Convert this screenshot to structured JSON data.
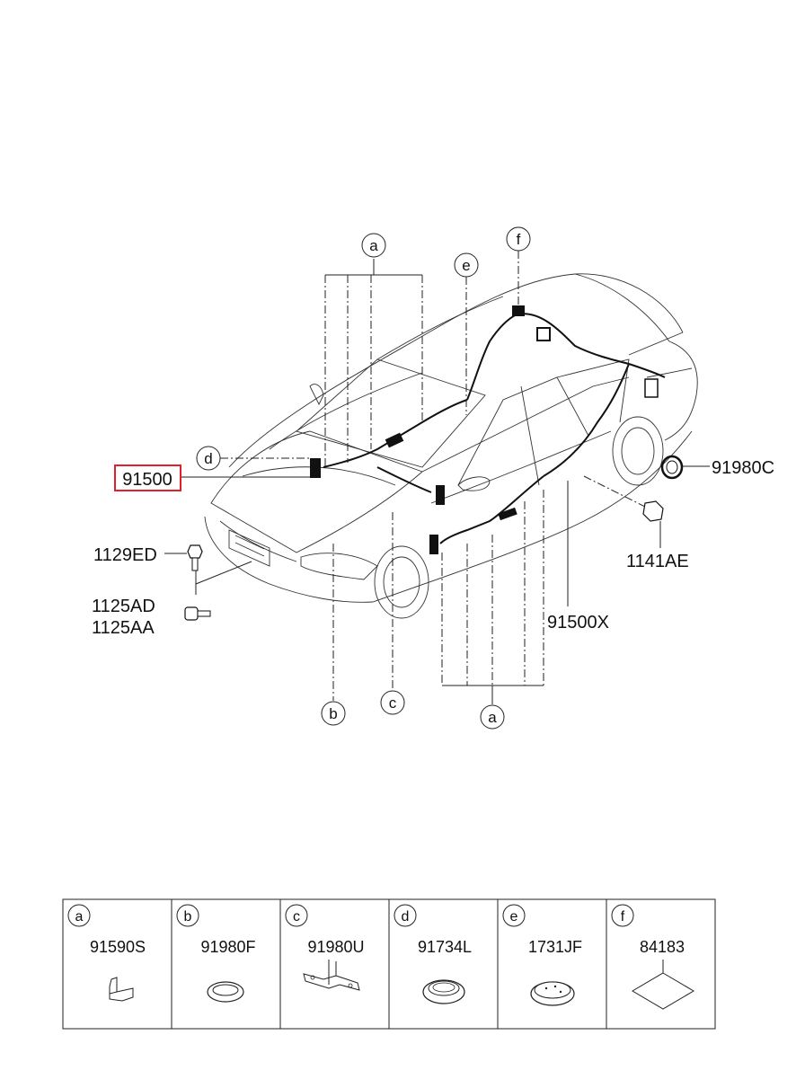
{
  "part_labels": {
    "main_harness": "91500",
    "p91980C": "91980C",
    "p1129ED": "1129ED",
    "p1141AE": "1141AE",
    "p1125AD": "1125AD",
    "p1125AA": "1125AA",
    "p91500X": "91500X"
  },
  "callouts": {
    "a": "a",
    "b": "b",
    "c": "c",
    "d": "d",
    "e": "e",
    "f": "f"
  },
  "legend": [
    {
      "letter": "a",
      "part": "91590S",
      "icon": "clip-icon"
    },
    {
      "letter": "b",
      "part": "91980F",
      "icon": "grommet-icon"
    },
    {
      "letter": "c",
      "part": "91980U",
      "icon": "bracket-icon"
    },
    {
      "letter": "d",
      "part": "91734L",
      "icon": "grommet-icon"
    },
    {
      "letter": "e",
      "part": "1731JF",
      "icon": "plug-icon"
    },
    {
      "letter": "f",
      "part": "84183",
      "icon": "pad-icon"
    }
  ],
  "colors": {
    "highlight": "#e0202a",
    "line": "#222222"
  }
}
